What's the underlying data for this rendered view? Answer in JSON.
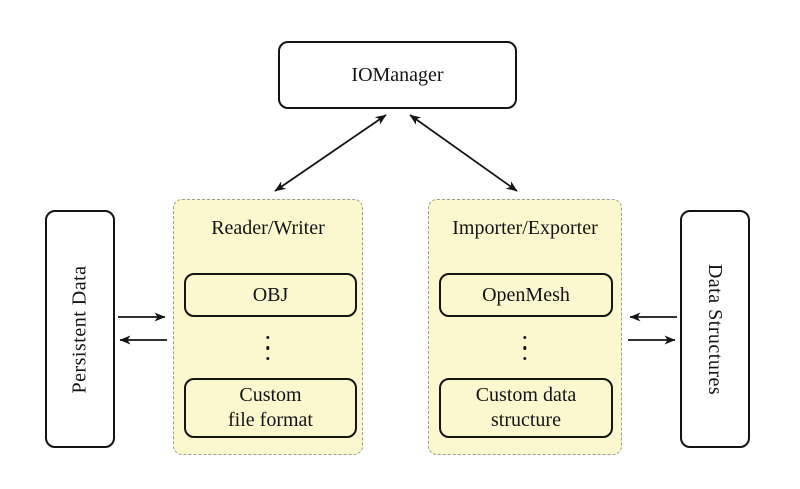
{
  "diagram_type": "architecture-diagram",
  "nodes": {
    "iomanager": {
      "label": "IOManager"
    },
    "persistent_data": {
      "label": "Persistent Data"
    },
    "data_structures": {
      "label": "Data Structures"
    }
  },
  "containers": {
    "reader_writer": {
      "title": "Reader/Writer",
      "items": {
        "first": {
          "label": "OBJ"
        },
        "last": {
          "line1": "Custom",
          "line2": "file format"
        }
      }
    },
    "importer_exporter": {
      "title": "Importer/Exporter",
      "items": {
        "first": {
          "label": "OpenMesh"
        },
        "last": {
          "line1": "Custom data",
          "line2": "structure"
        }
      }
    }
  },
  "edges": [
    {
      "from": "iomanager",
      "to": "reader_writer",
      "style": "bidirectional"
    },
    {
      "from": "iomanager",
      "to": "importer_exporter",
      "style": "bidirectional"
    },
    {
      "from": "persistent_data",
      "to": "reader_writer",
      "style": "one-way"
    },
    {
      "from": "reader_writer",
      "to": "persistent_data",
      "style": "one-way"
    },
    {
      "from": "data_structures",
      "to": "importer_exporter",
      "style": "one-way"
    },
    {
      "from": "importer_exporter",
      "to": "data_structures",
      "style": "one-way"
    }
  ],
  "colors": {
    "background": "#FFFFFF",
    "container_fill": "#FBF7CE",
    "container_border": "#9E9E9E",
    "node_fill": "#FFFFFF",
    "node_border": "#141414",
    "arrow": "#141414"
  }
}
